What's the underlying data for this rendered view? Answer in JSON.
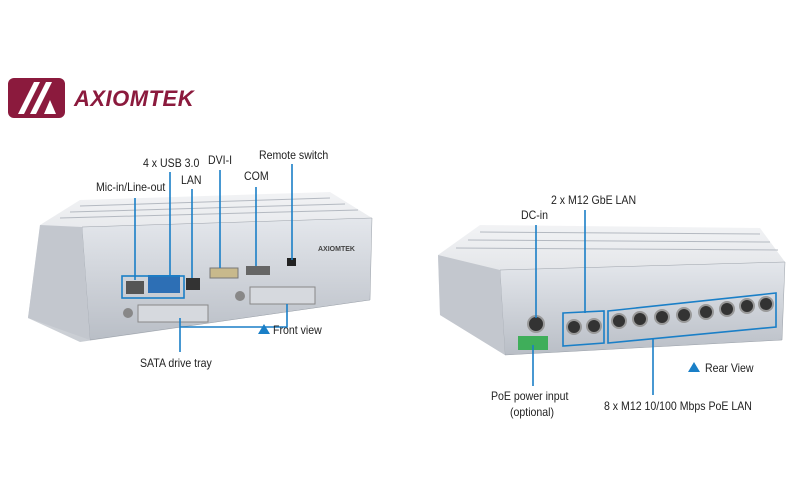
{
  "brand": {
    "name": "AXIOMTEK",
    "color": "#8b1a3d"
  },
  "accent_color": "#1a7fc7",
  "front": {
    "caption": "Front view",
    "labels": {
      "mic": "Mic-in/Line-out",
      "usb": "4 x USB 3.0",
      "lan": "LAN",
      "dvi": "DVI-I",
      "com": "COM",
      "remote": "Remote switch",
      "sata": "SATA drive tray"
    }
  },
  "rear": {
    "caption": "Rear View",
    "labels": {
      "dcin": "DC-in",
      "gbe": "2 x M12 GbE LAN",
      "poe_power": "PoE power input",
      "poe_power_note": "(optional)",
      "poe_lan": "8 x M12 10/100 Mbps PoE LAN"
    }
  }
}
